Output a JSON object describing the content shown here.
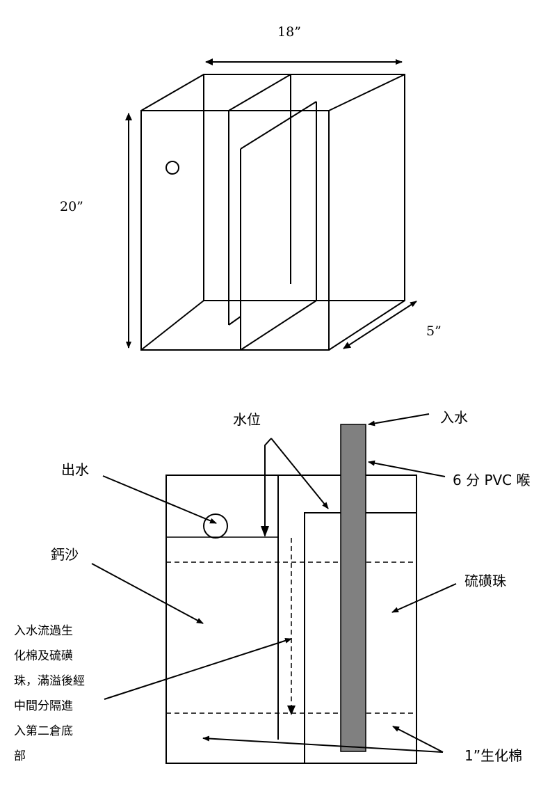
{
  "top_diagram": {
    "width_label": "18”",
    "height_label": "20”",
    "depth_label": "5”"
  },
  "bottom_diagram": {
    "water_level_label": "水位",
    "water_in_label": "入水",
    "pvc_pipe_label": "6 分 PVC 喉",
    "water_out_label": "出水",
    "calcium_sand_label": "鈣沙",
    "sulfur_beads_label": "硫磺珠",
    "bio_foam_label": "1”生化棉",
    "flow_note_lines": [
      "入水流過生",
      "化棉及硫磺",
      "珠，滿溢後經",
      "中間分隔進",
      "入第二倉底",
      "部"
    ]
  },
  "colors": {
    "line": "#000000",
    "pipe_fill": "#808080",
    "background": "#ffffff"
  }
}
